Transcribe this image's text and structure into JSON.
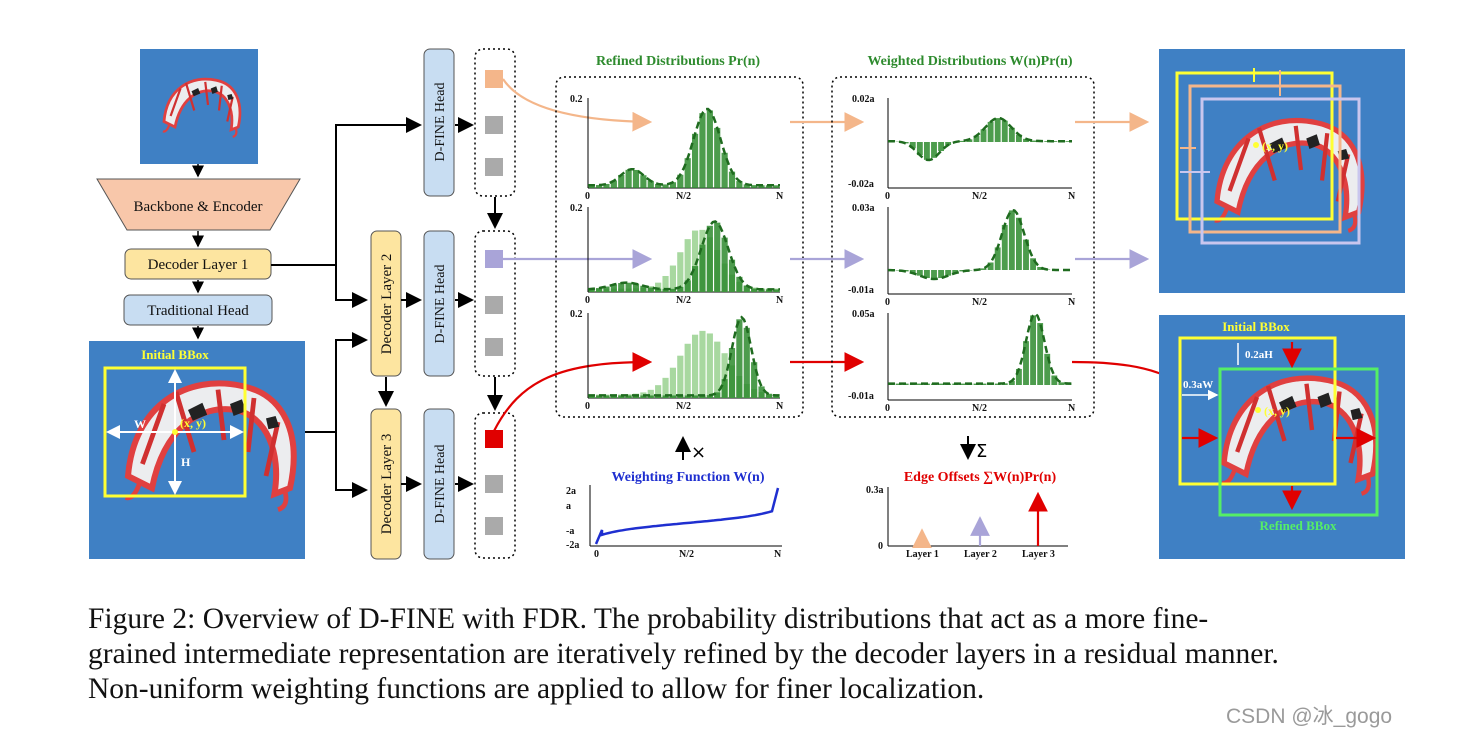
{
  "colors": {
    "sky": "#3f80c4",
    "green": "#2e8b2e",
    "green_light": "#a8d8a0",
    "dark_green": "#1f6b1f",
    "orange": "#f4b68a",
    "lavender": "#a9a4d8",
    "red": "#e00000",
    "blue_text": "#1f2fd0",
    "yellow": "#ffff33",
    "bright_green": "#55ee66",
    "encoder_fill": "#f8c7aa",
    "decoder_fill": "#fde5a0",
    "head_fill": "#c8ddf2"
  },
  "blocks": {
    "backbone": "Backbone & Encoder",
    "decoder1": "Decoder Layer 1",
    "traditional_head": "Traditional Head",
    "decoder2": "Decoder Layer 2",
    "decoder3": "Decoder Layer 3",
    "dfine_head": "D-FINE Head"
  },
  "input_image": {
    "initial_bbox": "Initial BBox",
    "w": "W",
    "h": "H",
    "center": "(x, y)"
  },
  "refined": {
    "title": "Refined Distributions Pr(n)",
    "y_ticks": [
      "0.2",
      "0.2",
      "0.2"
    ],
    "x_ticks": [
      "0",
      "N/2",
      "N"
    ]
  },
  "weighted": {
    "title": "Weighted Distributions W(n)Pr(n)",
    "charts": [
      {
        "top": "0.02a",
        "bottom": "-0.02a"
      },
      {
        "top": "0.03a",
        "bottom": "-0.01a"
      },
      {
        "top": "0.05a",
        "bottom": "-0.01a"
      }
    ],
    "x_ticks": [
      "0",
      "N/2",
      "N"
    ]
  },
  "weighting_function": {
    "title": "Weighting Function W(n)",
    "y_ticks": [
      "2a",
      "a",
      "-a",
      "-2a"
    ],
    "x_ticks": [
      "0",
      "N/2",
      "N"
    ],
    "operator": "×"
  },
  "edge_offsets": {
    "title": "Edge Offsets ∑W(n)Pr(n)",
    "y_ticks": [
      "0.3a",
      "0"
    ],
    "layers": [
      "Layer 1",
      "Layer 2",
      "Layer 3"
    ],
    "values": [
      0.09,
      0.16,
      0.3
    ],
    "operator": "Σ"
  },
  "output_bottom": {
    "initial_bbox": "Initial BBox",
    "refined_bbox": "Refined BBox",
    "offset_h": "0.2aH",
    "offset_w": "0.3aW",
    "center": "(x, y)"
  },
  "output_top": {
    "center": "(x, y)"
  },
  "caption": {
    "line1": "Figure 2:  Overview of D-FINE with FDR. The probability distributions that act as a more fine-",
    "line2": "grained intermediate representation are iteratively refined by the decoder layers in a residual manner.",
    "line3": "Non-uniform weighting functions are applied to allow for finer localization."
  },
  "watermark": "CSDN @冰_gogo"
}
